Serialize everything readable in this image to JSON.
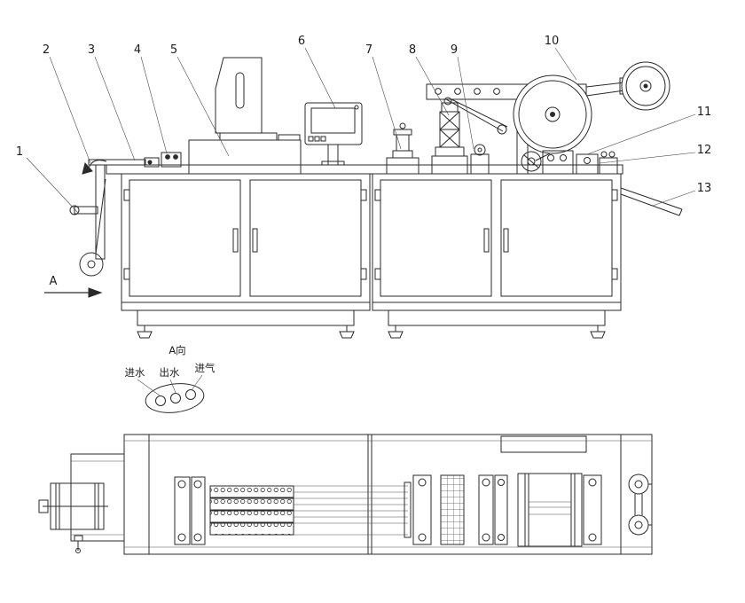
{
  "drawing": {
    "callouts": [
      "1",
      "2",
      "3",
      "4",
      "5",
      "6",
      "7",
      "8",
      "9",
      "10",
      "11",
      "12",
      "13"
    ],
    "section_label": "A",
    "section_view_label": "A向",
    "port_labels": {
      "inlet_water": "进水",
      "outlet_water": "出水",
      "inlet_air": "进气"
    }
  }
}
